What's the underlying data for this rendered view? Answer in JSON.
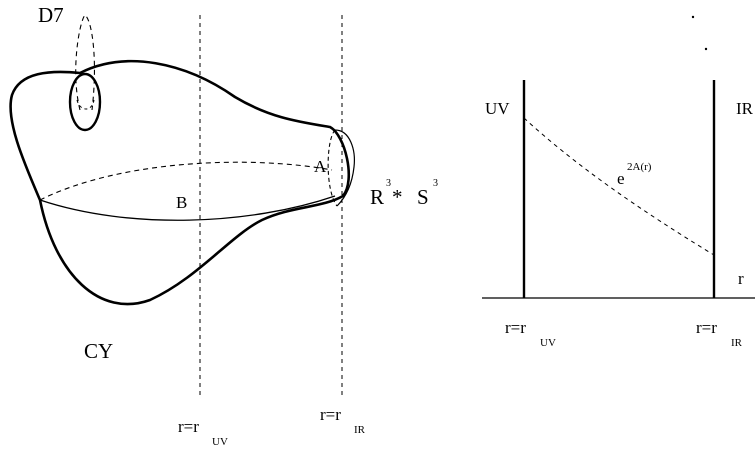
{
  "left_diagram": {
    "brane_label": "D7",
    "point_a_label": "A",
    "point_b_label": "B",
    "tip_label": {
      "base": "R",
      "sup1": "3",
      "op": "*",
      "base2": "S",
      "sup2": "3"
    },
    "bulk_label": "CY",
    "uv_cut_label": {
      "base": "r=r",
      "subscript": "UV"
    },
    "ir_cut_label": {
      "base": "r=r",
      "subscript": "IR"
    }
  },
  "right_diagram": {
    "uv_wall_label": "UV",
    "ir_wall_label": "IR",
    "warp_factor_label": {
      "base": "e",
      "superscript": "2A(r)"
    },
    "axis_label": "r",
    "uv_tick_label": {
      "base": "r=r",
      "subscript": "UV"
    },
    "ir_tick_label": {
      "base": "r=r",
      "subscript": "IR"
    }
  },
  "colors": {
    "stroke": "#000000",
    "background": "#ffffff"
  }
}
